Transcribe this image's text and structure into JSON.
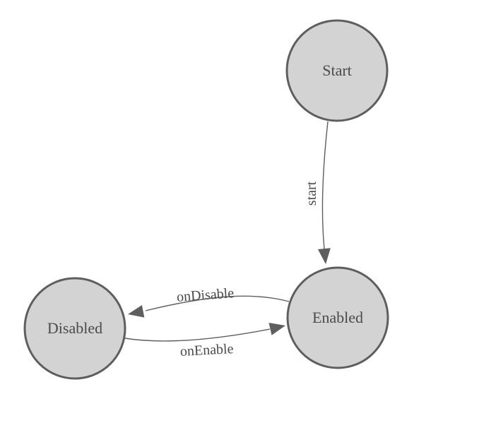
{
  "diagram": {
    "type": "state-machine",
    "nodes": [
      {
        "id": "start",
        "label": "Start"
      },
      {
        "id": "enabled",
        "label": "Enabled"
      },
      {
        "id": "disabled",
        "label": "Disabled"
      }
    ],
    "edges": [
      {
        "from": "Start",
        "to": "Enabled",
        "label": "start"
      },
      {
        "from": "Enabled",
        "to": "Disabled",
        "label": "onDisable"
      },
      {
        "from": "Disabled",
        "to": "Enabled",
        "label": "onEnable"
      }
    ]
  },
  "colors": {
    "background": "#ffffff",
    "node_fill": "#d3d3d3",
    "node_stroke": "#5e5e5e",
    "edge_stroke": "#5e5e5e",
    "arrow_fill": "#5e5e5e",
    "label_color": "#4a4a4a"
  }
}
